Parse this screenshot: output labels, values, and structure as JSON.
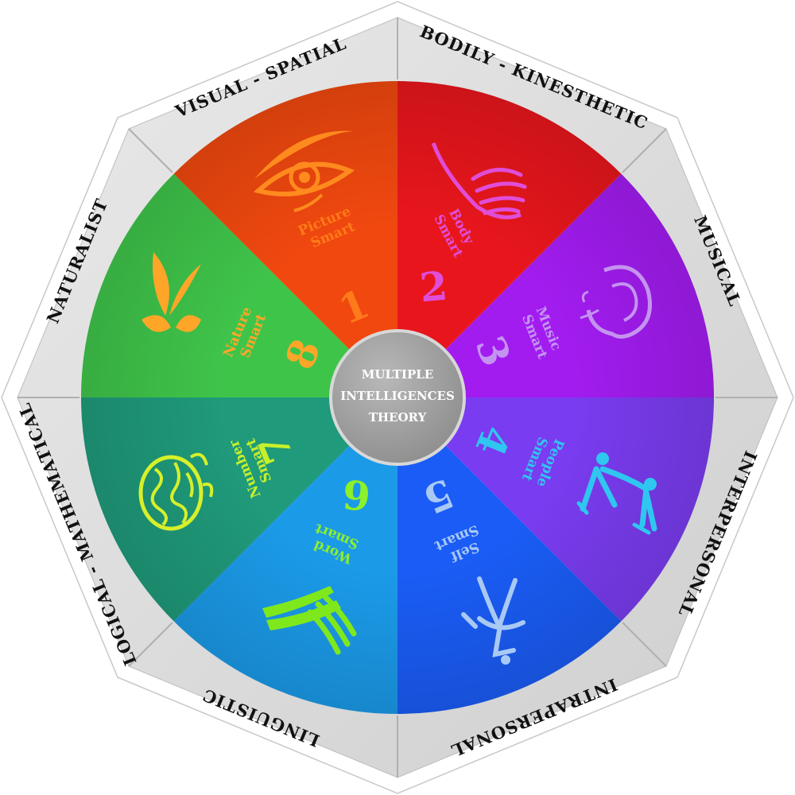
{
  "center": {
    "lines": [
      "MULTIPLE",
      "INTELLIGENCES",
      "THEORY"
    ]
  },
  "intelligences": [
    {
      "number": "1",
      "category": "VISUAL - SPATIAL",
      "name_line1": "Picture",
      "name_line2": "Smart",
      "icon": "eye-icon",
      "color": "#e8161c",
      "text_color": "#ff7a1a"
    },
    {
      "number": "2",
      "category": "BODILY - KINESTHETIC",
      "name_line1": "Body",
      "name_line2": "Smart",
      "icon": "hand-icon",
      "color": "#a21cf0",
      "text_color": "#e04dd8"
    },
    {
      "number": "3",
      "category": "MUSICAL",
      "name_line1": "Music",
      "name_line2": "Smart",
      "icon": "ear-icon",
      "color": "#7a3cf0",
      "text_color": "#c493f0"
    },
    {
      "number": "4",
      "category": "INTERPERSONAL",
      "name_line1": "People",
      "name_line2": "Smart",
      "icon": "people-icon",
      "color": "#1a5cf5",
      "text_color": "#2fc6f0"
    },
    {
      "number": "5",
      "category": "INTRAPERSONAL",
      "name_line1": "Self",
      "name_line2": "Smart",
      "icon": "self-figure-icon",
      "color": "#1b9ae8",
      "text_color": "#a9c9f5"
    },
    {
      "number": "6",
      "category": "LINGUISTIC",
      "name_line1": "Word",
      "name_line2": "Smart",
      "icon": "book-icon",
      "color": "#1f9a7a",
      "text_color": "#8cf02a"
    },
    {
      "number": "7",
      "category": "LOGICAL - MATHEMATICAL",
      "name_line1": "Number",
      "name_line2": "Smart",
      "icon": "brain-icon",
      "color": "#3fc44a",
      "text_color": "#c6f02a"
    },
    {
      "number": "8",
      "category": "NATURALIST",
      "name_line1": "Nature",
      "name_line2": "Smart",
      "icon": "leaf-icon",
      "color": "#f0480f",
      "text_color": "#ffa628"
    }
  ]
}
